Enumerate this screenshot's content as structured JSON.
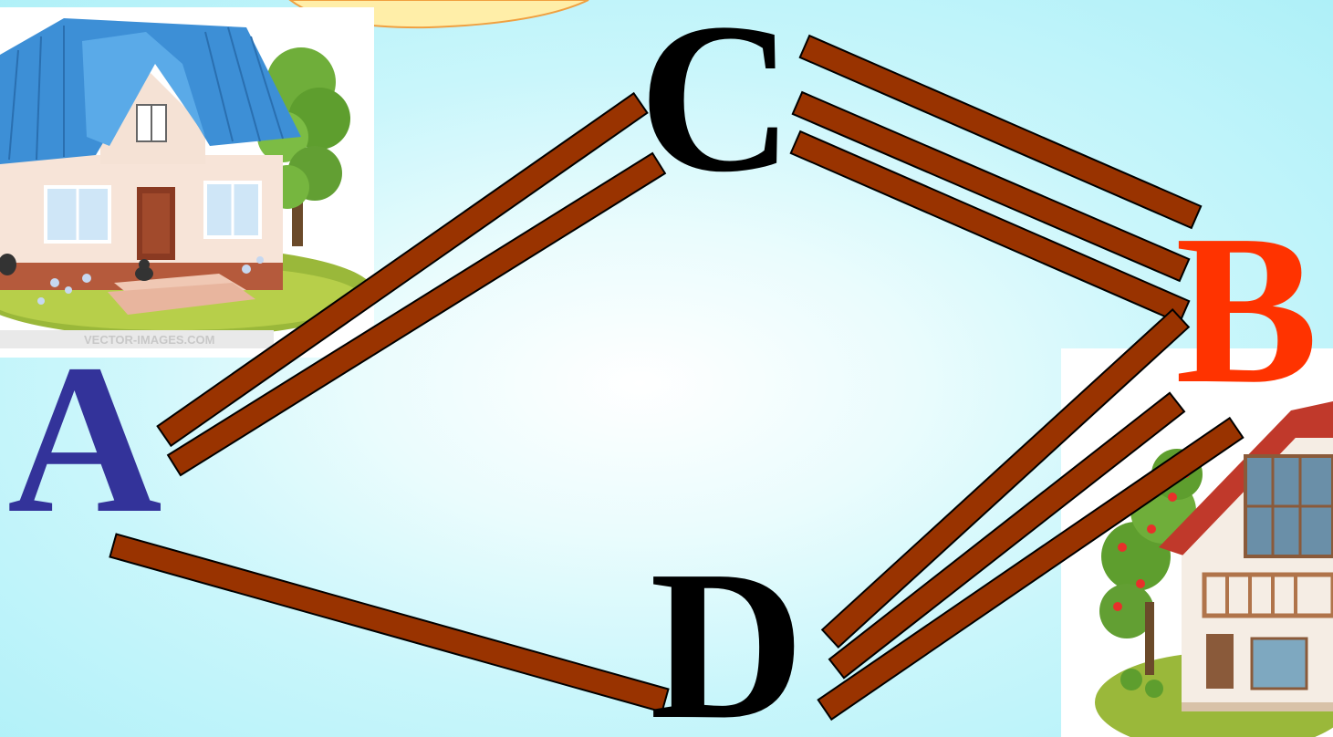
{
  "points": {
    "a": {
      "label": "A",
      "color": "#33339a"
    },
    "b": {
      "label": "B",
      "color": "#ff3300"
    },
    "c": {
      "label": "C",
      "color": "#000000"
    },
    "d": {
      "label": "D",
      "color": "#000000"
    }
  },
  "roads": [
    {
      "id": "road-a-c-1",
      "from": "A",
      "to": "C"
    },
    {
      "id": "road-a-c-2",
      "from": "A",
      "to": "C"
    },
    {
      "id": "road-c-b-1",
      "from": "C",
      "to": "B"
    },
    {
      "id": "road-c-b-2",
      "from": "C",
      "to": "B"
    },
    {
      "id": "road-c-b-3",
      "from": "C",
      "to": "B"
    },
    {
      "id": "road-a-d-1",
      "from": "A",
      "to": "D"
    },
    {
      "id": "road-b-d-1",
      "from": "B",
      "to": "D"
    },
    {
      "id": "road-b-d-2",
      "from": "B",
      "to": "D"
    },
    {
      "id": "road-b-d-3",
      "from": "B",
      "to": "D"
    }
  ],
  "road_color": "#993300",
  "images": {
    "house_left": {
      "watermark": "VECTOR-IMAGES.COM"
    }
  }
}
